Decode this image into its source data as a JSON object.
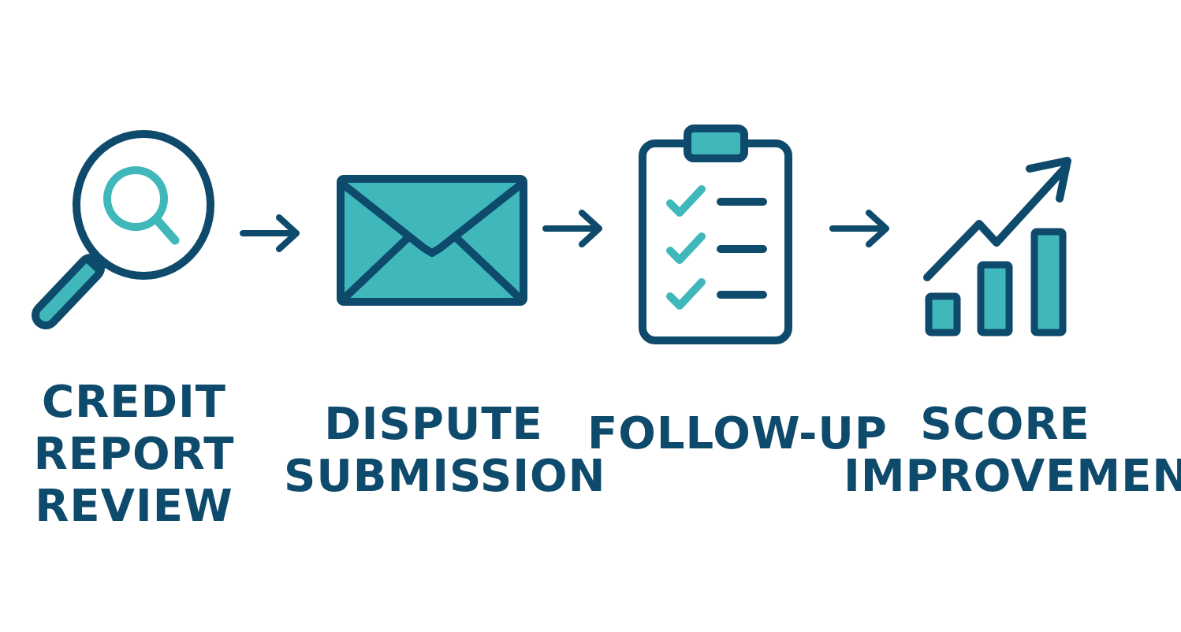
{
  "colors": {
    "primary": "#0e4a6b",
    "accent": "#40b8bb",
    "background": "#ffffff"
  },
  "steps": [
    {
      "icon": "magnifying-glass-icon",
      "label_lines": [
        "CREDIT",
        "REPORT",
        "REVIEW"
      ]
    },
    {
      "icon": "envelope-icon",
      "label_lines": [
        "DISPUTE",
        "SUBMISSION"
      ]
    },
    {
      "icon": "clipboard-checklist-icon",
      "label_lines": [
        "FOLLOW-UP"
      ]
    },
    {
      "icon": "growth-chart-icon",
      "label_lines": [
        "SCORE",
        "IMPROVEMENT"
      ]
    }
  ],
  "connectors": [
    {
      "icon": "arrow-right-icon"
    },
    {
      "icon": "arrow-right-icon"
    },
    {
      "icon": "arrow-right-icon"
    }
  ]
}
